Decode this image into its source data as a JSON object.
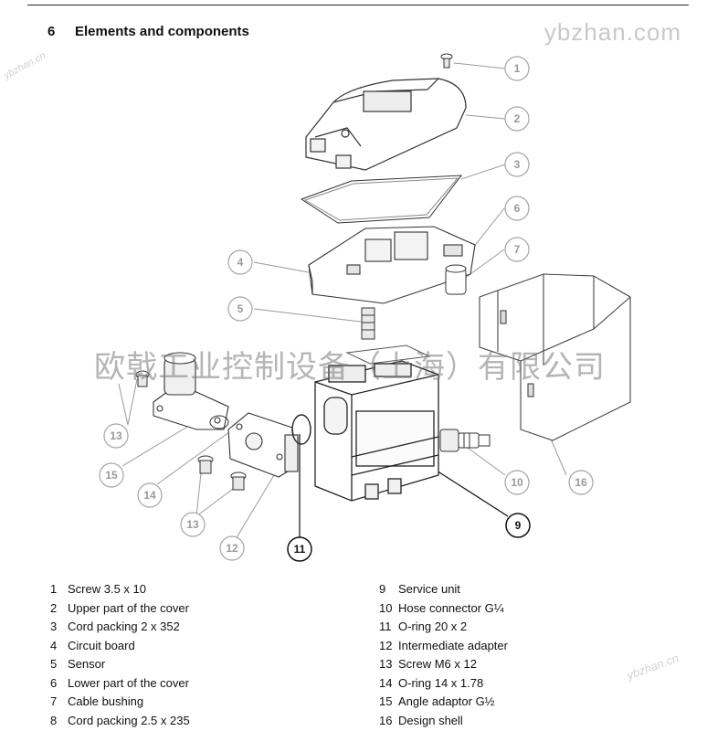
{
  "header": {
    "section_number": "6",
    "title": "Elements and components"
  },
  "watermarks": {
    "top": "ybzhan.com",
    "middle": "欧戟工业控制设备（上海）有限公司",
    "bottom_right": "ybzhan.cn",
    "top_left": "ybzhan.cn"
  },
  "callouts": [
    "1",
    "2",
    "3",
    "4",
    "5",
    "6",
    "7",
    "9",
    "11",
    "12",
    "13",
    "13",
    "14",
    "15",
    "16",
    "10"
  ],
  "legend_left": [
    {
      "num": "1",
      "text": "Screw 3.5 x 10"
    },
    {
      "num": "2",
      "text": "Upper part of the cover"
    },
    {
      "num": "3",
      "text": "Cord packing 2 x 352"
    },
    {
      "num": "4",
      "text": "Circuit board"
    },
    {
      "num": "5",
      "text": "Sensor"
    },
    {
      "num": "6",
      "text": "Lower part of the cover"
    },
    {
      "num": "7",
      "text": "Cable bushing"
    },
    {
      "num": "8",
      "text": "Cord packing 2.5 x 235"
    }
  ],
  "legend_right": [
    {
      "num": "9",
      "text": "Service unit"
    },
    {
      "num": "10",
      "text": "Hose connector G¼"
    },
    {
      "num": "11",
      "text": "O-ring 20 x 2"
    },
    {
      "num": "12",
      "text": "Intermediate adapter"
    },
    {
      "num": "13",
      "text": "Screw M6 x 12"
    },
    {
      "num": "14",
      "text": "O-ring 14 x 1.78"
    },
    {
      "num": "15",
      "text": "Angle adaptor G½"
    },
    {
      "num": "16",
      "text": "Design shell"
    }
  ]
}
